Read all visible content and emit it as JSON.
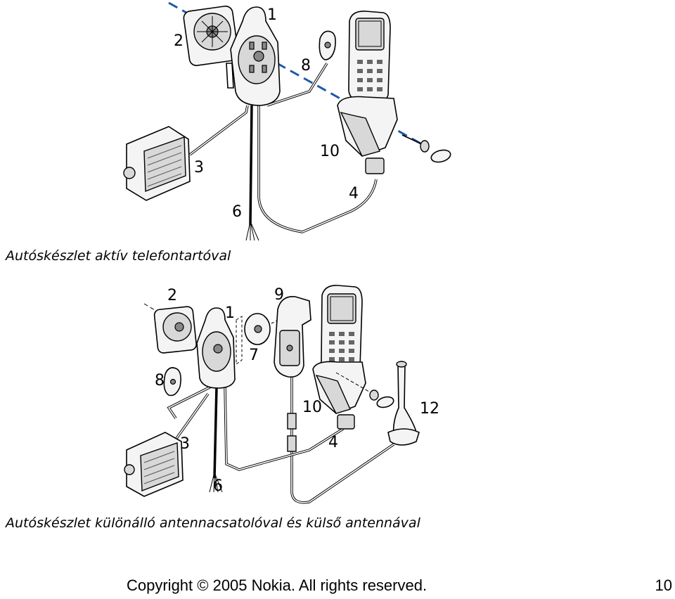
{
  "figure1": {
    "caption": "Autóskészlet aktív telefontartóval",
    "labels": {
      "l1": "1",
      "l2": "2",
      "l3": "3",
      "l4": "4",
      "l6": "6",
      "l8": "8",
      "l10": "10"
    }
  },
  "figure2": {
    "caption": "Autóskészlet különálló antennacsatolóval és külső antennával",
    "labels": {
      "l1": "1",
      "l2": "2",
      "l3": "3",
      "l4": "4",
      "l6": "6",
      "l7": "7",
      "l8": "8",
      "l9": "9",
      "l10": "10",
      "l12": "12"
    }
  },
  "footer": {
    "copyright": "Copyright © 2005 Nokia. All rights reserved.",
    "page_number": "10"
  }
}
